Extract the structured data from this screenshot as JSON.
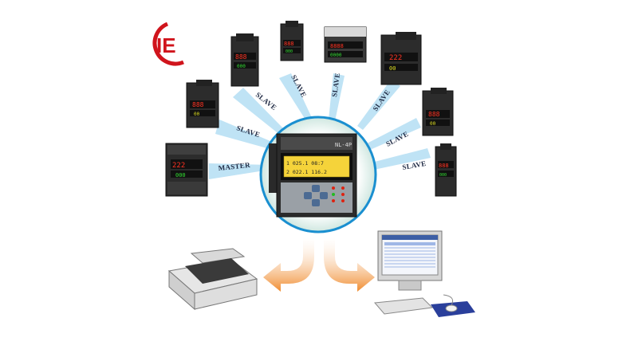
{
  "logo": {
    "text": "IE",
    "color": "#d0141c"
  },
  "center_device": {
    "model": "NL-4P",
    "lcd_line1": "1 025.1 08:7",
    "lcd_line2": "2 022.1 116.2"
  },
  "labels": [
    "MASTER",
    "SLAVE",
    "SLAVE",
    "SLAVE",
    "SLAVE",
    "SLAVE",
    "SLAVE"
  ],
  "colors": {
    "beam": "#bfe3f5",
    "circle_ring": "#1a8fd0",
    "arrow": "#f29d4a",
    "lcd": "#f5d33a"
  }
}
